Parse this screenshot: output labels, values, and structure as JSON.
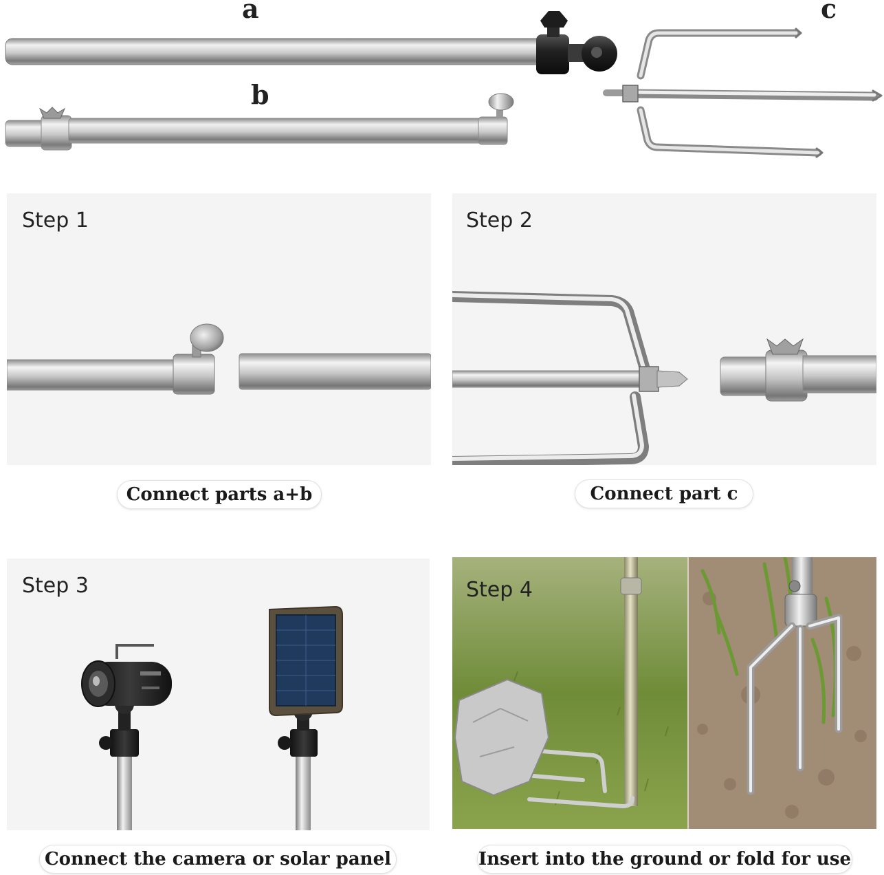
{
  "parts": {
    "a_label": "a",
    "b_label": "b",
    "c_label": "c"
  },
  "steps": [
    {
      "title": "Step 1",
      "caption": "Connect parts a+b"
    },
    {
      "title": "Step 2",
      "caption": "Connect part c"
    },
    {
      "title": "Step 3",
      "caption": "Connect the camera or solar panel"
    },
    {
      "title": "Step 4",
      "caption": "Insert into the ground or fold for use"
    }
  ],
  "colors": {
    "panel_bg": "#f4f4f4",
    "steel_light": "#e8e8e8",
    "steel_mid": "#b5b5b5",
    "steel_dark": "#6e6e6e",
    "grass": "#7f9a46",
    "soil": "#9a8470"
  }
}
